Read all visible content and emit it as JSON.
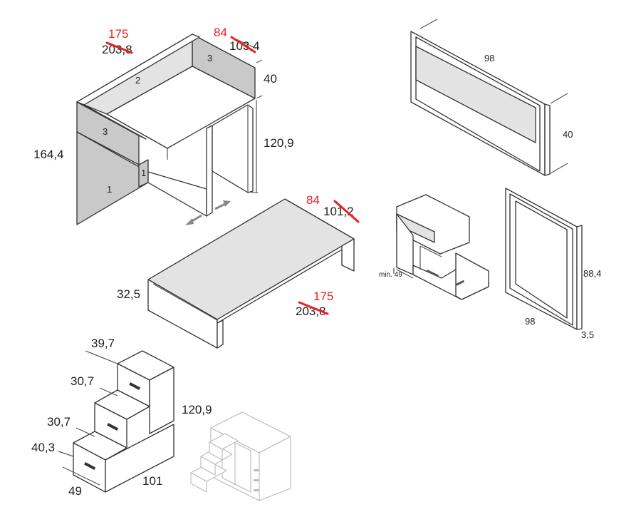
{
  "bed_module": {
    "width_new": "175",
    "width_old": "203,8",
    "depth_new": "84",
    "depth_old": "103,4",
    "rail_height": "40",
    "total_height": "164,4",
    "under_height": "120,9",
    "part_1": "1",
    "part_1b": "1",
    "part_2": "2",
    "part_3": "3",
    "part_3b": "3"
  },
  "headboard_panel": {
    "width": "98",
    "height": "40"
  },
  "platform_bed": {
    "depth_new": "84",
    "depth_old": "101,2",
    "height": "32,5",
    "width_new": "175",
    "width_old": "203,8"
  },
  "desk_unit": {
    "min_label": "min. 49"
  },
  "mirror": {
    "height": "88,4",
    "width": "98",
    "depth": "3,5"
  },
  "stair_unit": {
    "step_top": "39,7",
    "step_2": "30,7",
    "step_3": "30,7",
    "step_bottom": "40,3",
    "height": "120,9",
    "depth": "49",
    "width": "101"
  }
}
